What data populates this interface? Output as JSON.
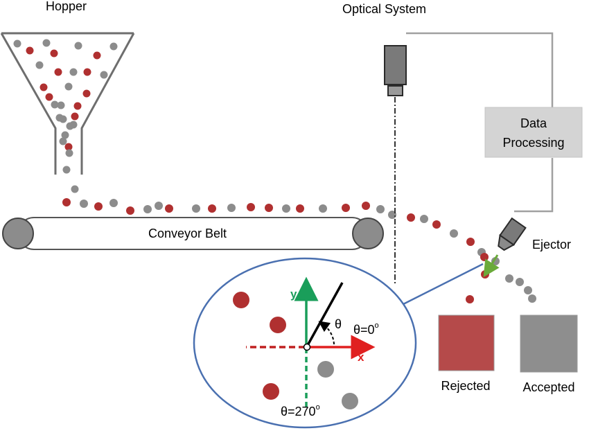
{
  "labels": {
    "hopper": "Hopper",
    "optical_system": "Optical System",
    "data_processing_line1": "Data",
    "data_processing_line2": "Processing",
    "conveyor_belt": "Conveyor Belt",
    "ejector": "Ejector",
    "rejected": "Rejected",
    "accepted": "Accepted"
  },
  "inset": {
    "y_axis": "y",
    "x_axis": "x",
    "theta": "θ",
    "theta_zero": "θ=0",
    "theta_zero_sup": "o",
    "theta_270": "θ=270",
    "theta_270_sup": "o"
  },
  "colors": {
    "reject_red": "#b03030",
    "accept_grey": "#8c8c8c",
    "rejected_box": "#b54a4a",
    "accepted_box": "#8e8e8e",
    "axis_green": "#1a9e5a",
    "axis_red": "#e02020",
    "ellipse_blue": "#4a70b0",
    "data_box_fill": "#d4d4d4"
  },
  "particles": {
    "hopper": [
      {
        "c": "g"
      },
      {
        "c": "r"
      },
      {
        "c": "g"
      },
      {
        "c": "r"
      },
      {
        "c": "g"
      },
      {
        "c": "r"
      },
      {
        "c": "g"
      },
      {
        "c": "g"
      },
      {
        "c": "r"
      },
      {
        "c": "g"
      },
      {
        "c": "r"
      },
      {
        "c": "g"
      },
      {
        "c": "r"
      },
      {
        "c": "g"
      },
      {
        "c": "r"
      },
      {
        "c": "g"
      },
      {
        "c": "g"
      },
      {
        "c": "r"
      },
      {
        "c": "r"
      },
      {
        "c": "g"
      },
      {
        "c": "g"
      },
      {
        "c": "g"
      },
      {
        "c": "r"
      },
      {
        "c": "g"
      },
      {
        "c": "g"
      },
      {
        "c": "g"
      },
      {
        "c": "g"
      },
      {
        "c": "r"
      },
      {
        "c": "g"
      },
      {
        "c": "g"
      }
    ],
    "belt": [
      {
        "c": "r"
      },
      {
        "c": "g"
      },
      {
        "c": "r"
      },
      {
        "c": "g"
      },
      {
        "c": "r"
      },
      {
        "c": "g"
      },
      {
        "c": "g"
      },
      {
        "c": "r"
      },
      {
        "c": "g"
      },
      {
        "c": "r"
      },
      {
        "c": "g"
      },
      {
        "c": "r"
      },
      {
        "c": "r"
      },
      {
        "c": "g"
      },
      {
        "c": "r"
      },
      {
        "c": "g"
      },
      {
        "c": "r"
      },
      {
        "c": "r"
      },
      {
        "c": "g"
      },
      {
        "c": "g"
      }
    ],
    "trajectory": [
      {
        "c": "r"
      },
      {
        "c": "g"
      },
      {
        "c": "r"
      },
      {
        "c": "g"
      },
      {
        "c": "r"
      },
      {
        "c": "g"
      },
      {
        "c": "r"
      },
      {
        "c": "g"
      },
      {
        "c": "g"
      },
      {
        "c": "r"
      },
      {
        "c": "r"
      },
      {
        "c": "g"
      },
      {
        "c": "g"
      },
      {
        "c": "g"
      }
    ],
    "inset": [
      {
        "c": "r"
      },
      {
        "c": "r"
      },
      {
        "c": "r"
      },
      {
        "c": "g"
      },
      {
        "c": "g"
      }
    ]
  }
}
